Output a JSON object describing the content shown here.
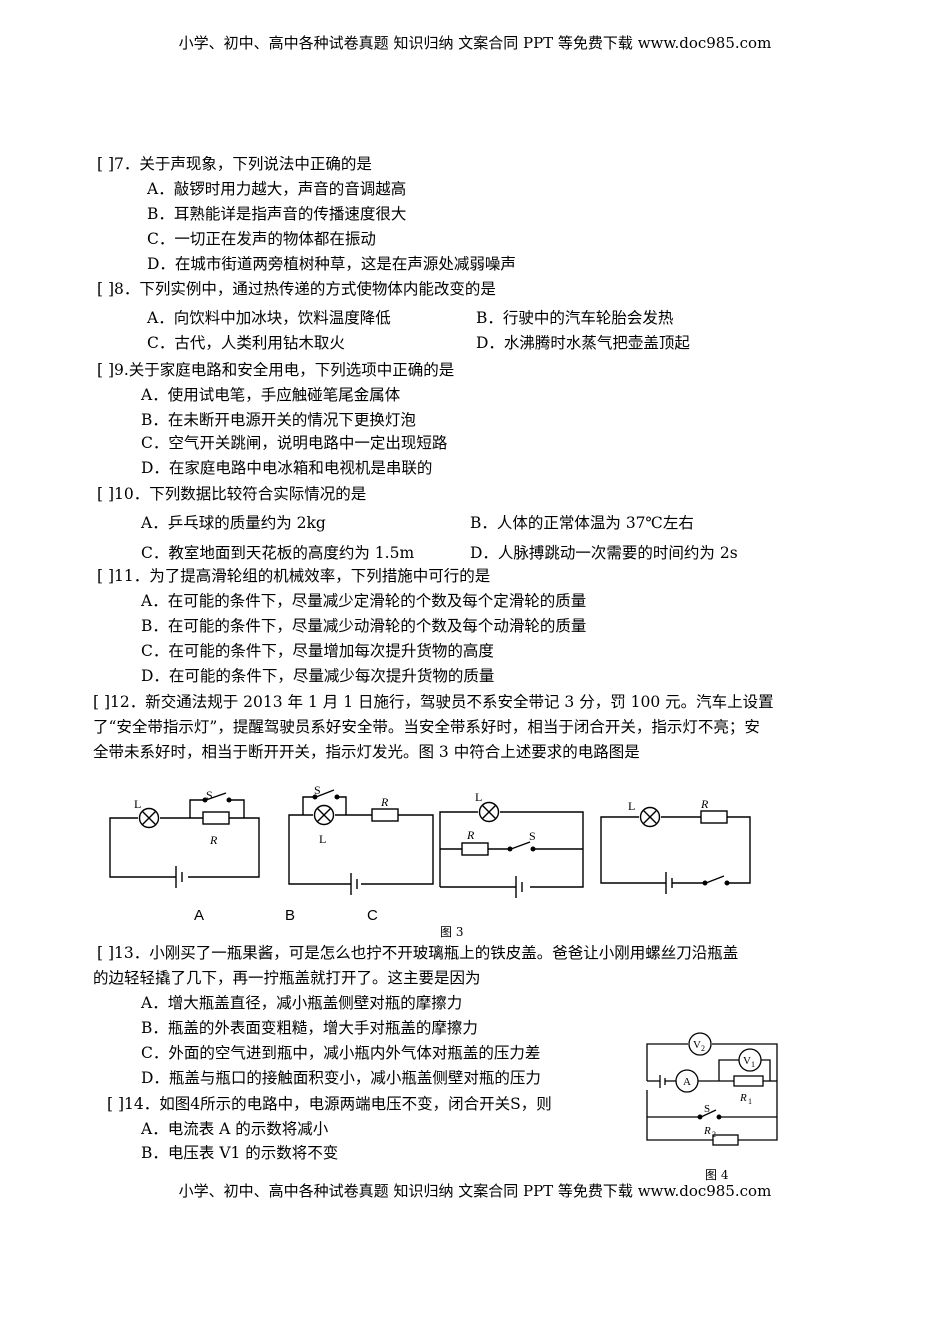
{
  "header": "小学、初中、高中各种试卷真题 知识归纳 文案合同 PPT 等免费下载 www.doc985.com",
  "footer": "小学、初中、高中各种试卷真题 知识归纳 文案合同 PPT 等免费下载 www.doc985.com",
  "q7": {
    "stem": "[ ]7．关于声现象，下列说法中正确的是",
    "A": "A．敲锣时用力越大，声音的音调越高",
    "B": "B．耳熟能详是指声音的传播速度很大",
    "C": "C．一切正在发声的物体都在振动",
    "D": "D．在城市街道两旁植树种草，这是在声源处减弱噪声"
  },
  "q8": {
    "stem": "[ ]8．下列实例中，通过热传递的方式使物体内能改变的是",
    "A": "A．向饮料中加冰块，饮料温度降低",
    "B": "B．行驶中的汽车轮胎会发热",
    "C": "C．古代，人类利用钻木取火",
    "D": "D．水沸腾时水蒸气把壶盖顶起"
  },
  "q9": {
    "stem": "[ ]9.关于家庭电路和安全用电，下列选项中正确的是",
    "A": "A．使用试电笔，手应触碰笔尾金属体",
    "B": "B．在未断开电源开关的情况下更换灯泡",
    "C": "C．空气开关跳闸，说明电路中一定出现短路",
    "D": "D．在家庭电路中电冰箱和电视机是串联的"
  },
  "q10": {
    "stem": "[ ]10．下列数据比较符合实际情况的是",
    "A": "A．乒乓球的质量约为 2kg",
    "B": "B．人体的正常体温为 37℃左右",
    "C": "C．教室地面到天花板的高度约为 1.5m",
    "D": "D．人脉搏跳动一次需要的时间约为 2s"
  },
  "q11": {
    "stem": "[ ]11．为了提高滑轮组的机械效率，下列措施中可行的是",
    "A": "A．在可能的条件下，尽量减少定滑轮的个数及每个定滑轮的质量",
    "B": "B．在可能的条件下，尽量减少动滑轮的个数及每个动滑轮的质量",
    "C": "C．在可能的条件下，尽量增加每次提升货物的高度",
    "D": "D．在可能的条件下，尽量减少每次提升货物的质量"
  },
  "q12": {
    "line1": "[ ]12．新交通法规于 2013 年 1 月 1 日施行，驾驶员不系安全带记 3 分，罚 100 元。汽车上设置",
    "line2": "了“安全带指示灯”，提醒驾驶员系好安全带。当安全带系好时，相当于闭合开关，指示灯不亮；安",
    "line3": "全带未系好时，相当于断开开关，指示灯发光。图 3 中符合上述要求的电路图是",
    "fig_labels": [
      "A",
      "B",
      "C"
    ],
    "fig_caption": "图 3"
  },
  "q13": {
    "line1": "[ ]13．小刚买了一瓶果酱，可是怎么也拧不开玻璃瓶上的铁皮盖。爸爸让小刚用螺丝刀沿瓶盖",
    "line2": "的边轻轻撬了几下，再一拧瓶盖就打开了。这主要是因为",
    "A": "A．增大瓶盖直径，减小瓶盖侧壁对瓶的摩擦力",
    "B": "B．瓶盖的外表面变粗糙，增大手对瓶盖的摩擦力",
    "C": "C．外面的空气进到瓶中，减小瓶内外气体对瓶盖的压力差",
    "D": "D．瓶盖与瓶口的接触面积变小，减小瓶盖侧壁对瓶的压力"
  },
  "q14": {
    "stem": "[ ]14．如图4所示的电路中，电源两端电压不变，闭合开关S，则",
    "A": "A．电流表 A 的示数将减小",
    "B": "B．电压表 V1 的示数将不变",
    "fig_caption": "图 4"
  }
}
